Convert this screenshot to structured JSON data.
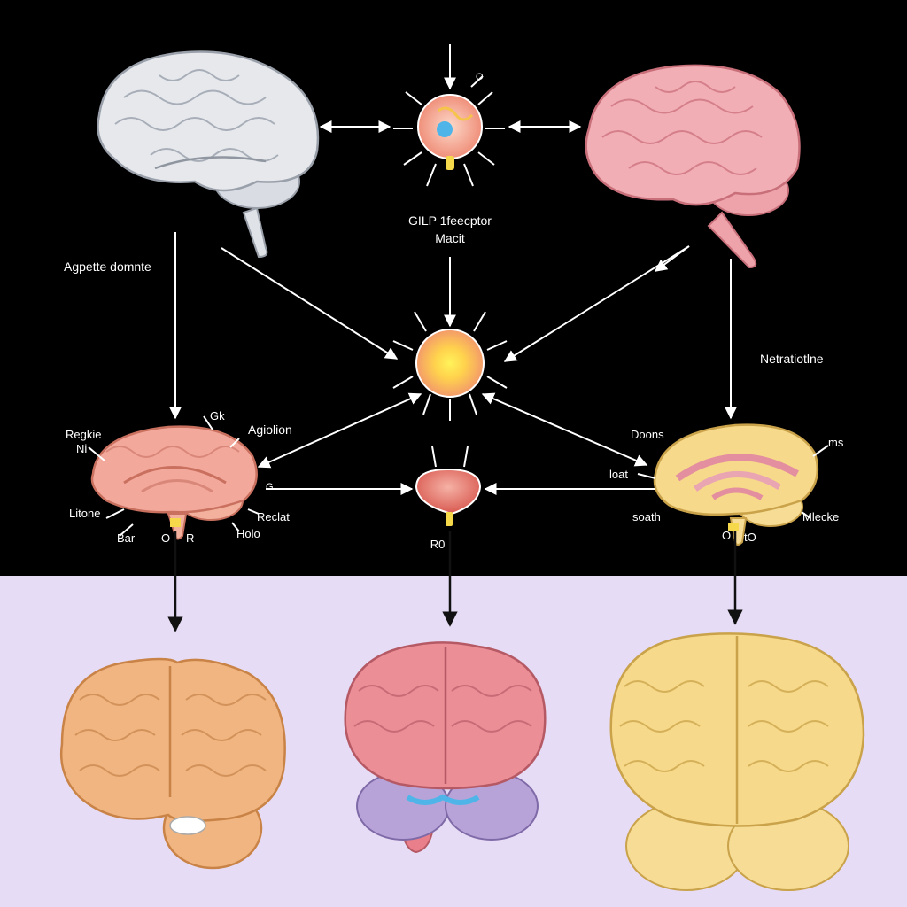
{
  "colors": {
    "top_background": "#000000",
    "bottom_background": "#e7dcf5",
    "arrow": "#ffffff",
    "arrow_dark": "#111111",
    "brain_grey": "#e6e8ec",
    "brain_pink": "#f2aeb5",
    "brain_salmon": "#f3a89c",
    "brain_yellow": "#f6d98a",
    "brain_peach": "#f0b581",
    "brain_rose": "#ec8e96",
    "cerebellum_purple": "#b8a3d8",
    "accent_blue": "#4fb5e8",
    "cell_yellow": "#fff35a",
    "cell_orange": "#f39a6a"
  },
  "labels": {
    "receptor_line1": "GILP 1feecptor",
    "receptor_line2": "Macit",
    "appetite": "Agpette domnte",
    "netra": "Netratiotlne",
    "regkie": "Regkie",
    "ni": "Ni",
    "gk": "Gk",
    "agiolion": "Agiolion",
    "litone": "Litone",
    "bar": "Bar",
    "left_o": "O",
    "left_r": "R",
    "holo": "Holo",
    "left_g": "G",
    "reclat": "Reclat",
    "doons": "Doons",
    "ms": "ms",
    "loat": "loat",
    "soath": "soath",
    "mlecke": "Mlecke",
    "right_o": "O",
    "right_to": "tO",
    "center_ro": "R0",
    "top_o": "O"
  }
}
